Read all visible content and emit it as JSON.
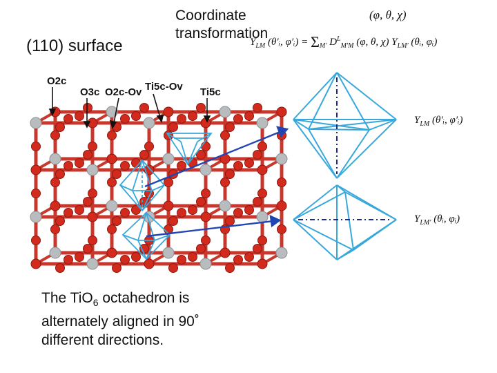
{
  "surface_title": "(110)  surface",
  "coordinate_title_line1": "Coordinate",
  "coordinate_title_line2": "transformation",
  "euler_angles": "(φ, θ, χ)",
  "formula": {
    "lhs": "Y",
    "lhs_sub": "LM",
    "lhs_args": " (θ′ᵢ, φ′ᵢ) = ",
    "sum": "Σ",
    "sum_sub": "M′",
    "rhs": " D",
    "rhs_sub": "M′M",
    "rhs_sup": "L",
    "rhs_args": " (φ, θ, χ) Y",
    "rhs_y_sub": "LM′",
    "rhs_y_args": " (θᵢ, φᵢ)"
  },
  "ylm_primed": {
    "y": "Y",
    "sub": "LM",
    "args": " (θ′ᵢ, φ′ᵢ)"
  },
  "ylm_unprimed": {
    "y": "Y",
    "sub": "LM′",
    "args": " (θᵢ, φᵢ)"
  },
  "atom_labels": {
    "o2c": "O2c",
    "o3c": "O3c",
    "o2c_ov": "O2c-Ov",
    "ti5c_ov": "Ti5c-Ov",
    "ti5c": "Ti5c"
  },
  "caption": {
    "pre": "The TiO",
    "sub": "6",
    "post": " octahedron is alternately aligned in 90˚ different directions."
  },
  "colors": {
    "oxygen": "#d32a1e",
    "titanium": "#b9bcbf",
    "bond": "#c8372c",
    "octahedron": "#38a8dc",
    "arrow": "#2146b4",
    "axis": "#1c2a8c"
  }
}
